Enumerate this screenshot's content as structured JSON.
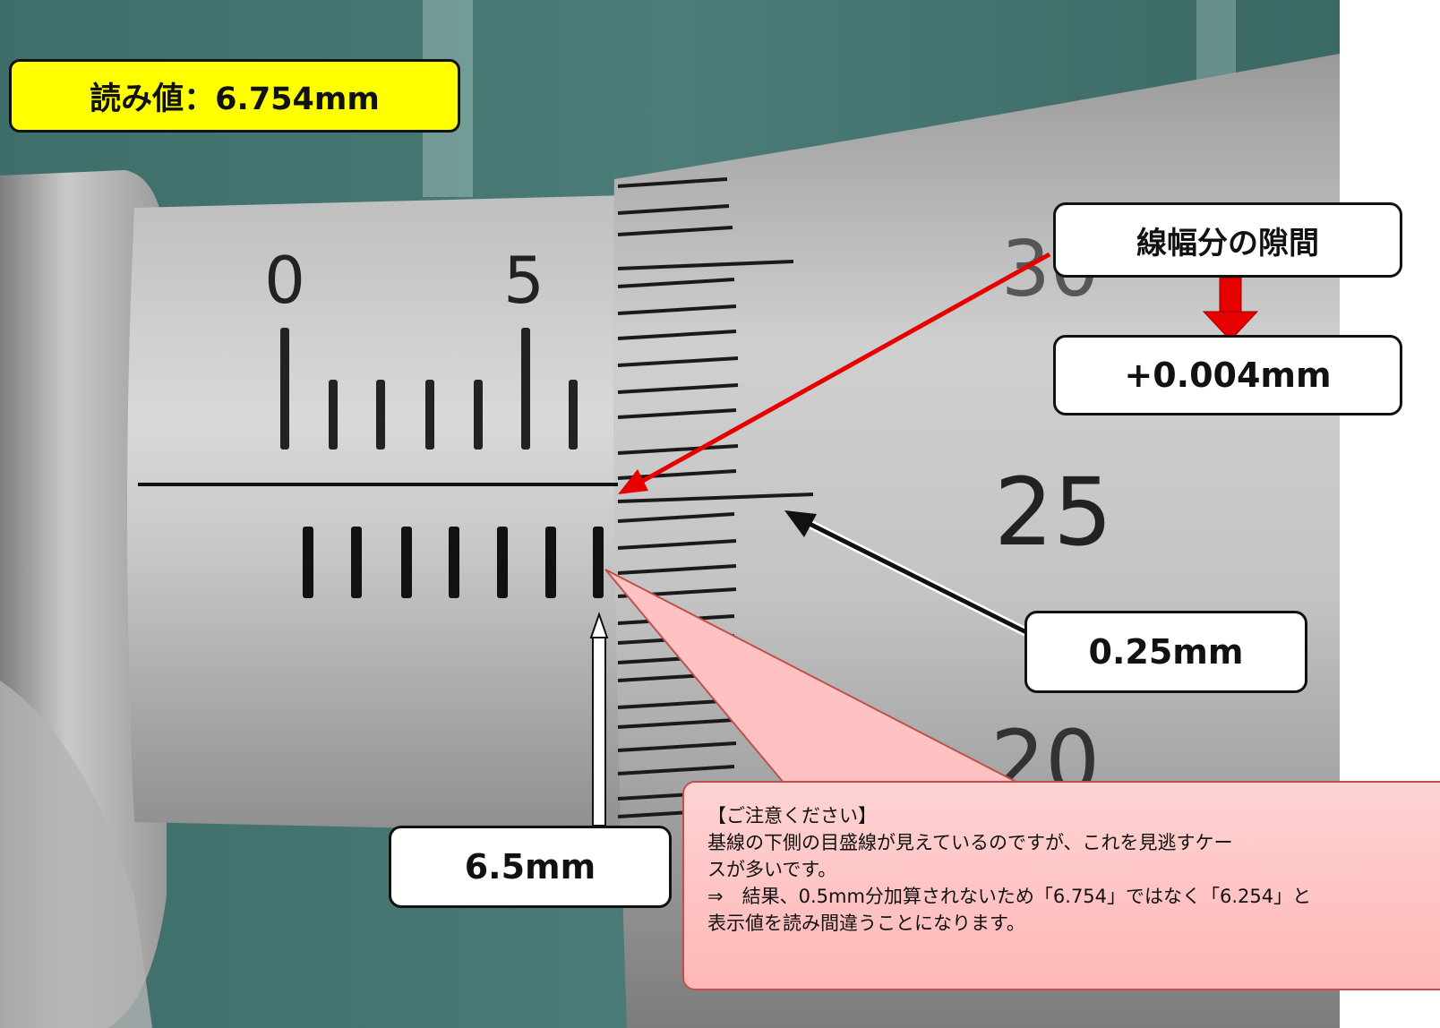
{
  "reading_label": "読み値：6.754mm",
  "gap_label": "線幅分の隙間",
  "gap_value": "+0.004mm",
  "thimble_label": "0.25mm",
  "sleeve_label": "6.5mm",
  "sleeve_numbers": [
    "0",
    "5"
  ],
  "thimble_numbers": [
    "30",
    "25",
    "20"
  ],
  "caution": {
    "heading": "【ご注意ください】",
    "line1": "基線の下側の目盛線が見えているのですが、これを見逃すケー",
    "line2": "スが多いです。",
    "line3": "⇒　結果、0.5mm分加算されないため「6.754」ではなく「6.254」と",
    "line4": "表示値を読み間違うことになります。"
  },
  "colors": {
    "reading_bg": "#ffff00",
    "arrow_red": "#e60000",
    "caution_bg": "#ffc8c8",
    "caution_border": "#c0504d"
  }
}
